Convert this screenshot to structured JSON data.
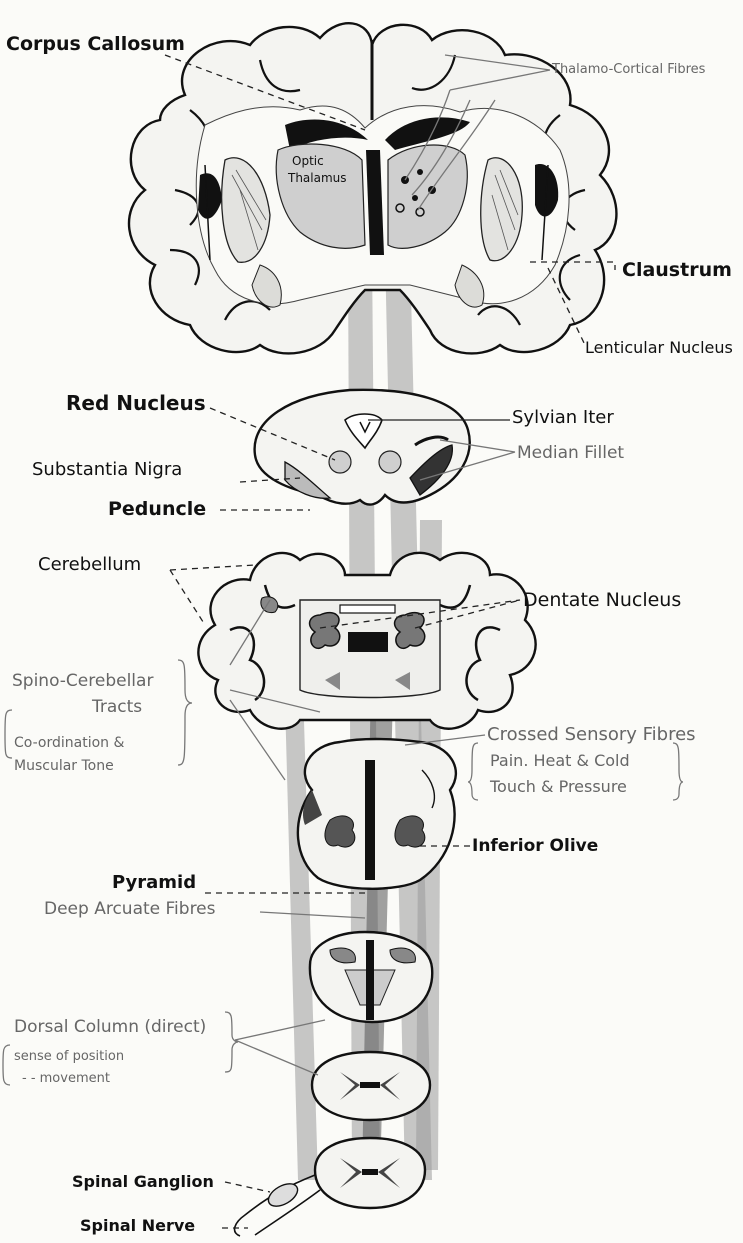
{
  "labels": {
    "corpus_callosum": "Corpus Callosum",
    "thalamo_cortical": "Thalamo-Cortical Fibres",
    "optic_thalamus_1": "Optic",
    "optic_thalamus_2": "Thalamus",
    "claustrum": "Claustrum",
    "lenticular_nucleus": "Lenticular Nucleus",
    "red_nucleus": "Red Nucleus",
    "sylvian_iter": "Sylvian Iter",
    "median_fillet": "Median Fillet",
    "substantia_nigra": "Substantia Nigra",
    "peduncle": "Peduncle",
    "cerebellum": "Cerebellum",
    "dentate_nucleus": "Dentate Nucleus",
    "spino_cerebellar_1": "Spino-Cerebellar",
    "spino_cerebellar_2": "Tracts",
    "coordination_1": "Co-ordination &",
    "coordination_2": "Muscular Tone",
    "crossed_sensory": "Crossed Sensory Fibres",
    "pain_heat": "Pain. Heat & Cold",
    "touch_pressure": "Touch & Pressure",
    "inferior_olive": "Inferior Olive",
    "pyramid": "Pyramid",
    "deep_arcuate": "Deep Arcuate Fibres",
    "dorsal_column": "Dorsal Column (direct)",
    "sense_position": "sense of position",
    "movement": "-   -  movement",
    "spinal_ganglion": "Spinal Ganglion",
    "spinal_nerve": "Spinal Nerve"
  }
}
